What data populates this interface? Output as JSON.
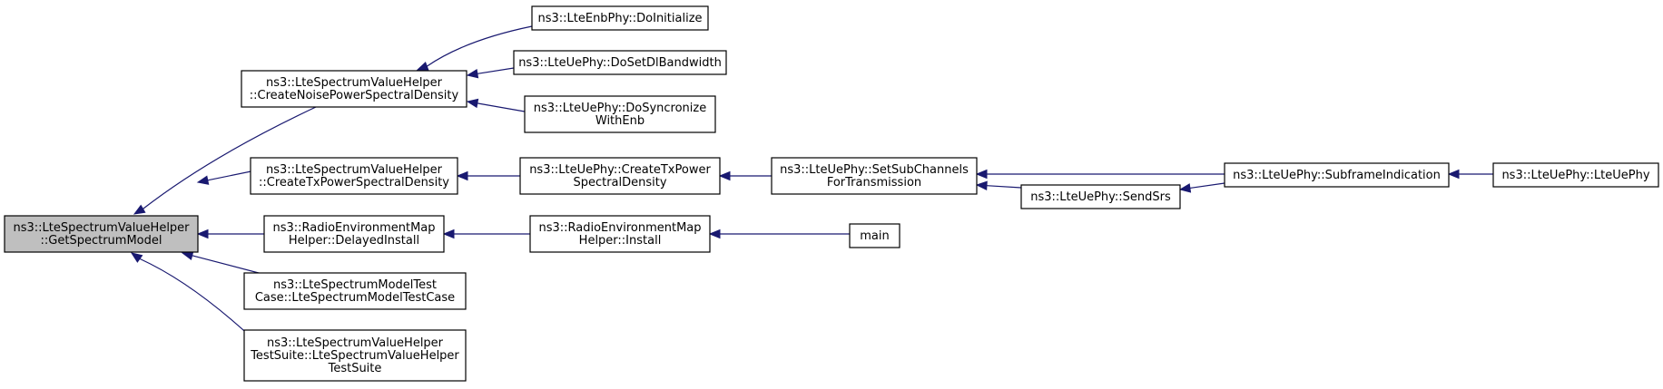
{
  "nodes": [
    {
      "id": "root",
      "lines": [
        "ns3::LteSpectrumValueHelper",
        "::GetSpectrumModel"
      ],
      "root": true
    },
    {
      "id": "noise",
      "lines": [
        "ns3::LteSpectrumValueHelper",
        "::CreateNoisePowerSpectralDensity"
      ]
    },
    {
      "id": "txpsd",
      "lines": [
        "ns3::LteSpectrumValueHelper",
        "::CreateTxPowerSpectralDensity"
      ]
    },
    {
      "id": "remdelay",
      "lines": [
        "ns3::RadioEnvironmentMap",
        "Helper::DelayedInstall"
      ]
    },
    {
      "id": "testcase",
      "lines": [
        "ns3::LteSpectrumModelTest",
        "Case::LteSpectrumModelTestCase"
      ]
    },
    {
      "id": "testsuite",
      "lines": [
        "ns3::LteSpectrumValueHelper",
        "TestSuite::LteSpectrumValueHelper",
        "TestSuite"
      ]
    },
    {
      "id": "enbinit",
      "lines": [
        "ns3::LteEnbPhy::DoInitialize"
      ]
    },
    {
      "id": "dlbw",
      "lines": [
        "ns3::LteUePhy::DoSetDlBandwidth"
      ]
    },
    {
      "id": "sync",
      "lines": [
        "ns3::LteUePhy::DoSyncronize",
        "WithEnb"
      ]
    },
    {
      "id": "uetxpsd",
      "lines": [
        "ns3::LteUePhy::CreateTxPower",
        "SpectralDensity"
      ]
    },
    {
      "id": "reminst",
      "lines": [
        "ns3::RadioEnvironmentMap",
        "Helper::Install"
      ]
    },
    {
      "id": "subch",
      "lines": [
        "ns3::LteUePhy::SetSubChannels",
        "ForTransmission"
      ]
    },
    {
      "id": "srs",
      "lines": [
        "ns3::LteUePhy::SendSrs"
      ]
    },
    {
      "id": "main",
      "lines": [
        "main"
      ]
    },
    {
      "id": "subframe",
      "lines": [
        "ns3::LteUePhy::SubframeIndication"
      ]
    },
    {
      "id": "ctor",
      "lines": [
        "ns3::LteUePhy::LteUePhy"
      ]
    }
  ],
  "edges": [
    {
      "from": "noise",
      "to": "root"
    },
    {
      "from": "txpsd",
      "to": "root"
    },
    {
      "from": "remdelay",
      "to": "root"
    },
    {
      "from": "testcase",
      "to": "root"
    },
    {
      "from": "testsuite",
      "to": "root"
    },
    {
      "from": "enbinit",
      "to": "noise"
    },
    {
      "from": "dlbw",
      "to": "noise"
    },
    {
      "from": "sync",
      "to": "noise"
    },
    {
      "from": "uetxpsd",
      "to": "txpsd"
    },
    {
      "from": "reminst",
      "to": "remdelay"
    },
    {
      "from": "subch",
      "to": "uetxpsd"
    },
    {
      "from": "main",
      "to": "reminst"
    },
    {
      "from": "subframe",
      "to": "subch"
    },
    {
      "from": "srs",
      "to": "subch"
    },
    {
      "from": "subframe",
      "to": "srs"
    },
    {
      "from": "ctor",
      "to": "subframe"
    }
  ],
  "colors": {
    "edge": "#191970",
    "root_fill": "#bfbfbf",
    "node_fill": "#ffffff",
    "border": "#000000"
  }
}
